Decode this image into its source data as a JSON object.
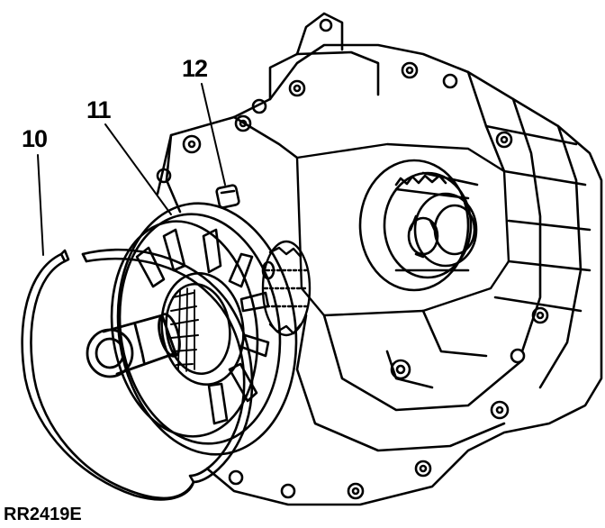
{
  "callouts": {
    "part_10": "10",
    "part_11": "11",
    "part_12": "12"
  },
  "reference_code": "RR2419E",
  "colors": {
    "ink": "#000000",
    "paper": "#ffffff"
  }
}
